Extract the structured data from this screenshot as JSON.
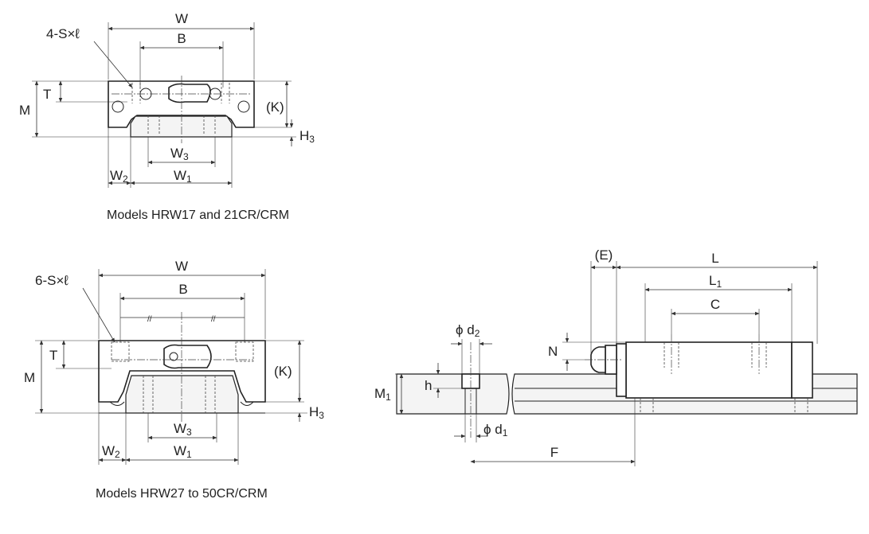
{
  "labels": {
    "top": {
      "callout": "4-S×ℓ",
      "W": "W",
      "B": "B",
      "T": "T",
      "M": "M",
      "K": "(K)",
      "H": "H",
      "H_sub": "3",
      "W3": "W",
      "W3_sub": "3",
      "W2": "W",
      "W2_sub": "2",
      "W1": "W",
      "W1_sub": "1"
    },
    "bottom": {
      "callout": "6-S×ℓ",
      "W": "W",
      "B": "B",
      "T": "T",
      "M": "M",
      "K": "(K)",
      "H": "H",
      "H_sub": "3",
      "W3": "W",
      "W3_sub": "3",
      "W2": "W",
      "W2_sub": "2",
      "W1": "W",
      "W1_sub": "1"
    },
    "side": {
      "E": "(E)",
      "L": "L",
      "L1": "L",
      "L1_sub": "1",
      "C": "C",
      "N": "N",
      "d2": "ϕ d",
      "d2_sub": "2",
      "h": "h",
      "M1": "M",
      "M1_sub": "1",
      "d1": "ϕ d",
      "d1_sub": "1",
      "F": "F"
    }
  },
  "captions": {
    "top": "Models HRW17 and 21CR/CRM",
    "bottom": "Models HRW27 to 50CR/CRM"
  }
}
